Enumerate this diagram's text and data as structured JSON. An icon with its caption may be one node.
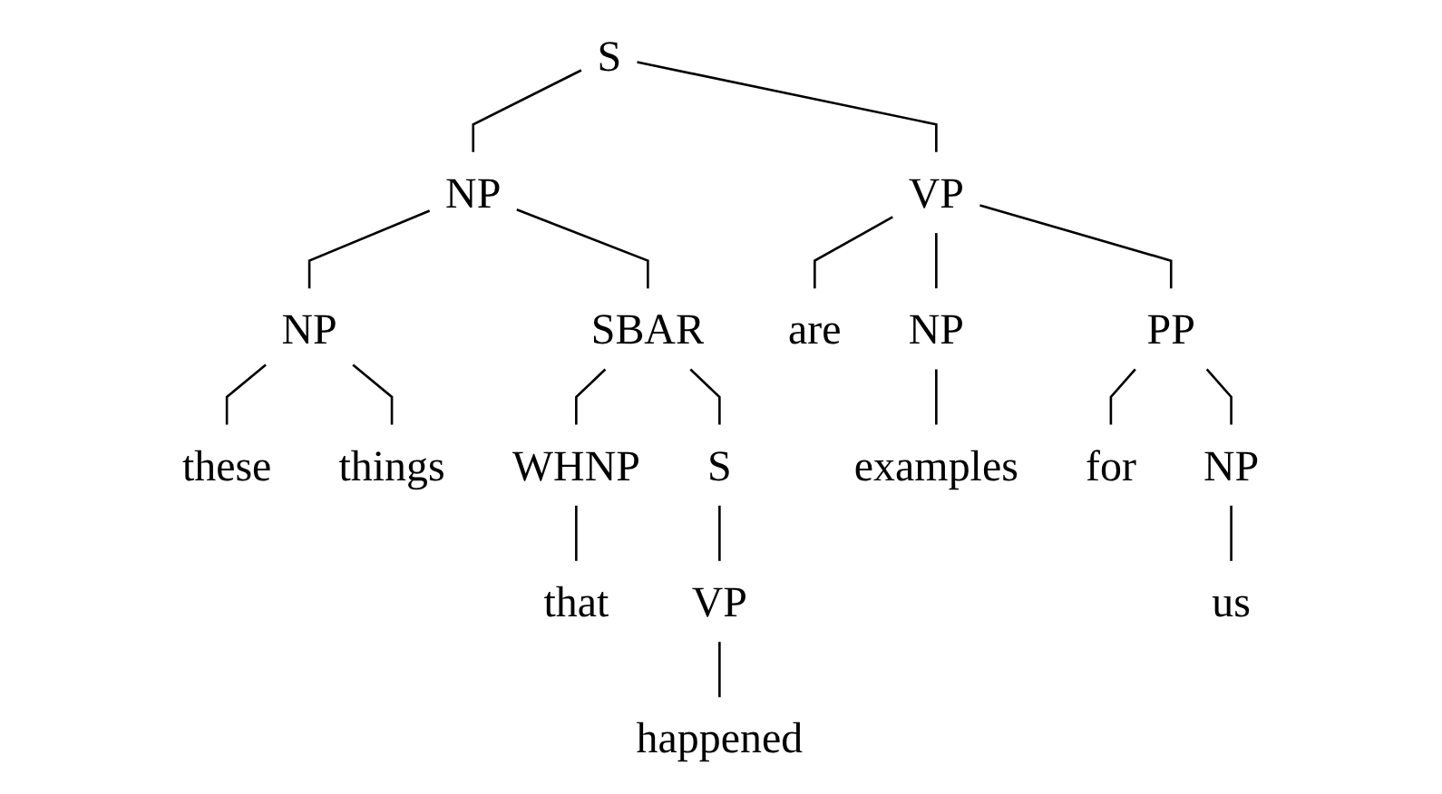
{
  "diagram": {
    "nodes": [
      {
        "text": [
          "S"
        ]
      },
      {
        "text": [
          "NP"
        ]
      },
      {
        "text": [
          "VP"
        ]
      },
      {
        "text": [
          "NP"
        ]
      },
      {
        "text": [
          "SBAR"
        ]
      },
      {
        "text": [
          "are"
        ]
      },
      {
        "text": [
          "NP"
        ]
      },
      {
        "text": [
          "PP"
        ]
      },
      {
        "text": [
          "these"
        ]
      },
      {
        "text": [
          "things"
        ]
      },
      {
        "text": [
          "WHNP"
        ]
      },
      {
        "text": [
          "S"
        ]
      },
      {
        "text": [
          "examples"
        ]
      },
      {
        "text": [
          "for"
        ]
      },
      {
        "text": [
          "NP"
        ]
      },
      {
        "text": [
          "that"
        ]
      },
      {
        "text": [
          "VP"
        ]
      },
      {
        "text": [
          "us"
        ]
      },
      {
        "text": [
          "happened"
        ]
      }
    ],
    "edges": [
      {
        "from": 0,
        "to": 1,
        "arrow": "none"
      },
      {
        "from": 0,
        "to": 2,
        "arrow": "none"
      },
      {
        "from": 1,
        "to": 3,
        "arrow": "none"
      },
      {
        "from": 1,
        "to": 4,
        "arrow": "none"
      },
      {
        "from": 2,
        "to": 5,
        "arrow": "none"
      },
      {
        "from": 2,
        "to": 6,
        "arrow": "none"
      },
      {
        "from": 2,
        "to": 7,
        "arrow": "none"
      },
      {
        "from": 3,
        "to": 8,
        "arrow": "none"
      },
      {
        "from": 3,
        "to": 9,
        "arrow": "none"
      },
      {
        "from": 4,
        "to": 10,
        "arrow": "none"
      },
      {
        "from": 4,
        "to": 11,
        "arrow": "none"
      },
      {
        "from": 6,
        "to": 12,
        "arrow": "none"
      },
      {
        "from": 7,
        "to": 13,
        "arrow": "none"
      },
      {
        "from": 7,
        "to": 14,
        "arrow": "none"
      },
      {
        "from": 10,
        "to": 15,
        "arrow": "none"
      },
      {
        "from": 11,
        "to": 16,
        "arrow": "none"
      },
      {
        "from": 14,
        "to": 17,
        "arrow": "none"
      },
      {
        "from": 16,
        "to": 18,
        "arrow": "none"
      }
    ]
  }
}
